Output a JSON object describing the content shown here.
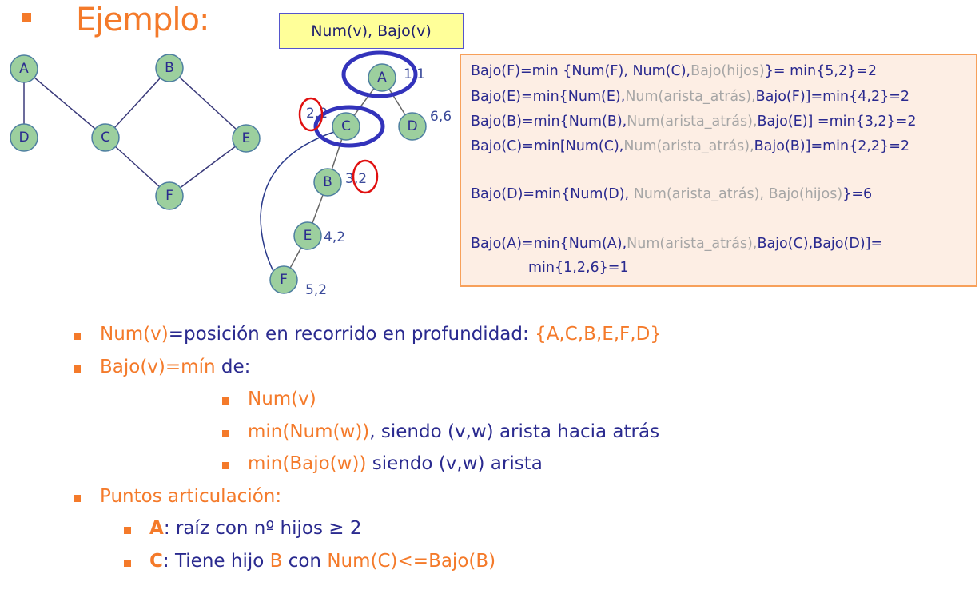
{
  "title": "Ejemplo:",
  "header_box": "Num(v), Bajo(v)",
  "graph": {
    "nodes": [
      "A",
      "B",
      "C",
      "D",
      "E",
      "F"
    ]
  },
  "tree": {
    "nodes": [
      "A",
      "C",
      "D",
      "B",
      "E",
      "F"
    ],
    "labels": [
      "1,1",
      "2,2",
      "6,6",
      "3,2",
      "4,2",
      "5,2"
    ]
  },
  "info": [
    [
      {
        "t": "Bajo(F)=min {Num(F), Num(C),",
        "c": "b"
      },
      {
        "t": "Bajo(hijos)",
        "c": "g"
      },
      {
        "t": "}= min{5,2}=2",
        "c": "b"
      }
    ],
    [
      {
        "t": "Bajo(E)=min{Num(E),",
        "c": "b"
      },
      {
        "t": "Num(arista_atrás),",
        "c": "g"
      },
      {
        "t": "Bajo(F)]=min{4,2}=2",
        "c": "b"
      }
    ],
    [
      {
        "t": "Bajo(B)=min{Num(B),",
        "c": "b"
      },
      {
        "t": "Num(arista_atrás),",
        "c": "g"
      },
      {
        "t": "Bajo(E)] =min{3,2}=2",
        "c": "b"
      }
    ],
    [
      {
        "t": "Bajo(C)=min[Num(C),",
        "c": "b"
      },
      {
        "t": "Num(arista_atrás),",
        "c": "g"
      },
      {
        "t": "Bajo(B)]=min{2,2}=2",
        "c": "b"
      }
    ],
    [
      {
        "t": "Bajo(D)=min{Num(D), ",
        "c": "b"
      },
      {
        "t": "Num(arista_atrás), Bajo(hijos)",
        "c": "g"
      },
      {
        "t": "}=6",
        "c": "b"
      }
    ],
    [
      {
        "t": "Bajo(A)=min{Num(A),",
        "c": "b"
      },
      {
        "t": "Num(arista_atrás),",
        "c": "g"
      },
      {
        "t": "Bajo(C),Bajo(D)]=",
        "c": "b"
      }
    ],
    [
      {
        "t": "min{1,2,6}=1",
        "c": "b"
      }
    ]
  ],
  "bullets": [
    {
      "level": 1,
      "parts": [
        {
          "t": "Num(v)",
          "c": "o"
        },
        {
          "t": "=posición en recorrido en profundidad: ",
          "c": "b"
        },
        {
          "t": "{A,C,B,E,F,D}",
          "c": "o"
        }
      ]
    },
    {
      "level": 1,
      "parts": [
        {
          "t": "Bajo(v)=mín ",
          "c": "o"
        },
        {
          "t": "de:",
          "c": "b"
        }
      ]
    },
    {
      "level": 3,
      "parts": [
        {
          "t": "Num(v)",
          "c": "o"
        }
      ]
    },
    {
      "level": 3,
      "parts": [
        {
          "t": "min(Num(w))",
          "c": "o"
        },
        {
          "t": ", siendo (v,w) arista hacia atrás",
          "c": "b"
        }
      ]
    },
    {
      "level": 3,
      "parts": [
        {
          "t": "min(Bajo(w))",
          "c": "o"
        },
        {
          "t": " siendo (v,w) arista",
          "c": "b"
        }
      ]
    },
    {
      "level": 1,
      "parts": [
        {
          "t": "Puntos articulación:",
          "c": "o"
        }
      ]
    },
    {
      "level": 2,
      "parts": [
        {
          "t": "A",
          "c": "o"
        },
        {
          "t": ": raíz con nº hijos ≥ 2",
          "c": "b"
        }
      ]
    },
    {
      "level": 2,
      "parts": [
        {
          "t": "C",
          "c": "o"
        },
        {
          "t": ": Tiene hijo ",
          "c": "b"
        },
        {
          "t": "B",
          "c": "o"
        },
        {
          "t": " con ",
          "c": "b"
        },
        {
          "t": "Num(C)<=Bajo(B)",
          "c": "o"
        }
      ]
    }
  ]
}
